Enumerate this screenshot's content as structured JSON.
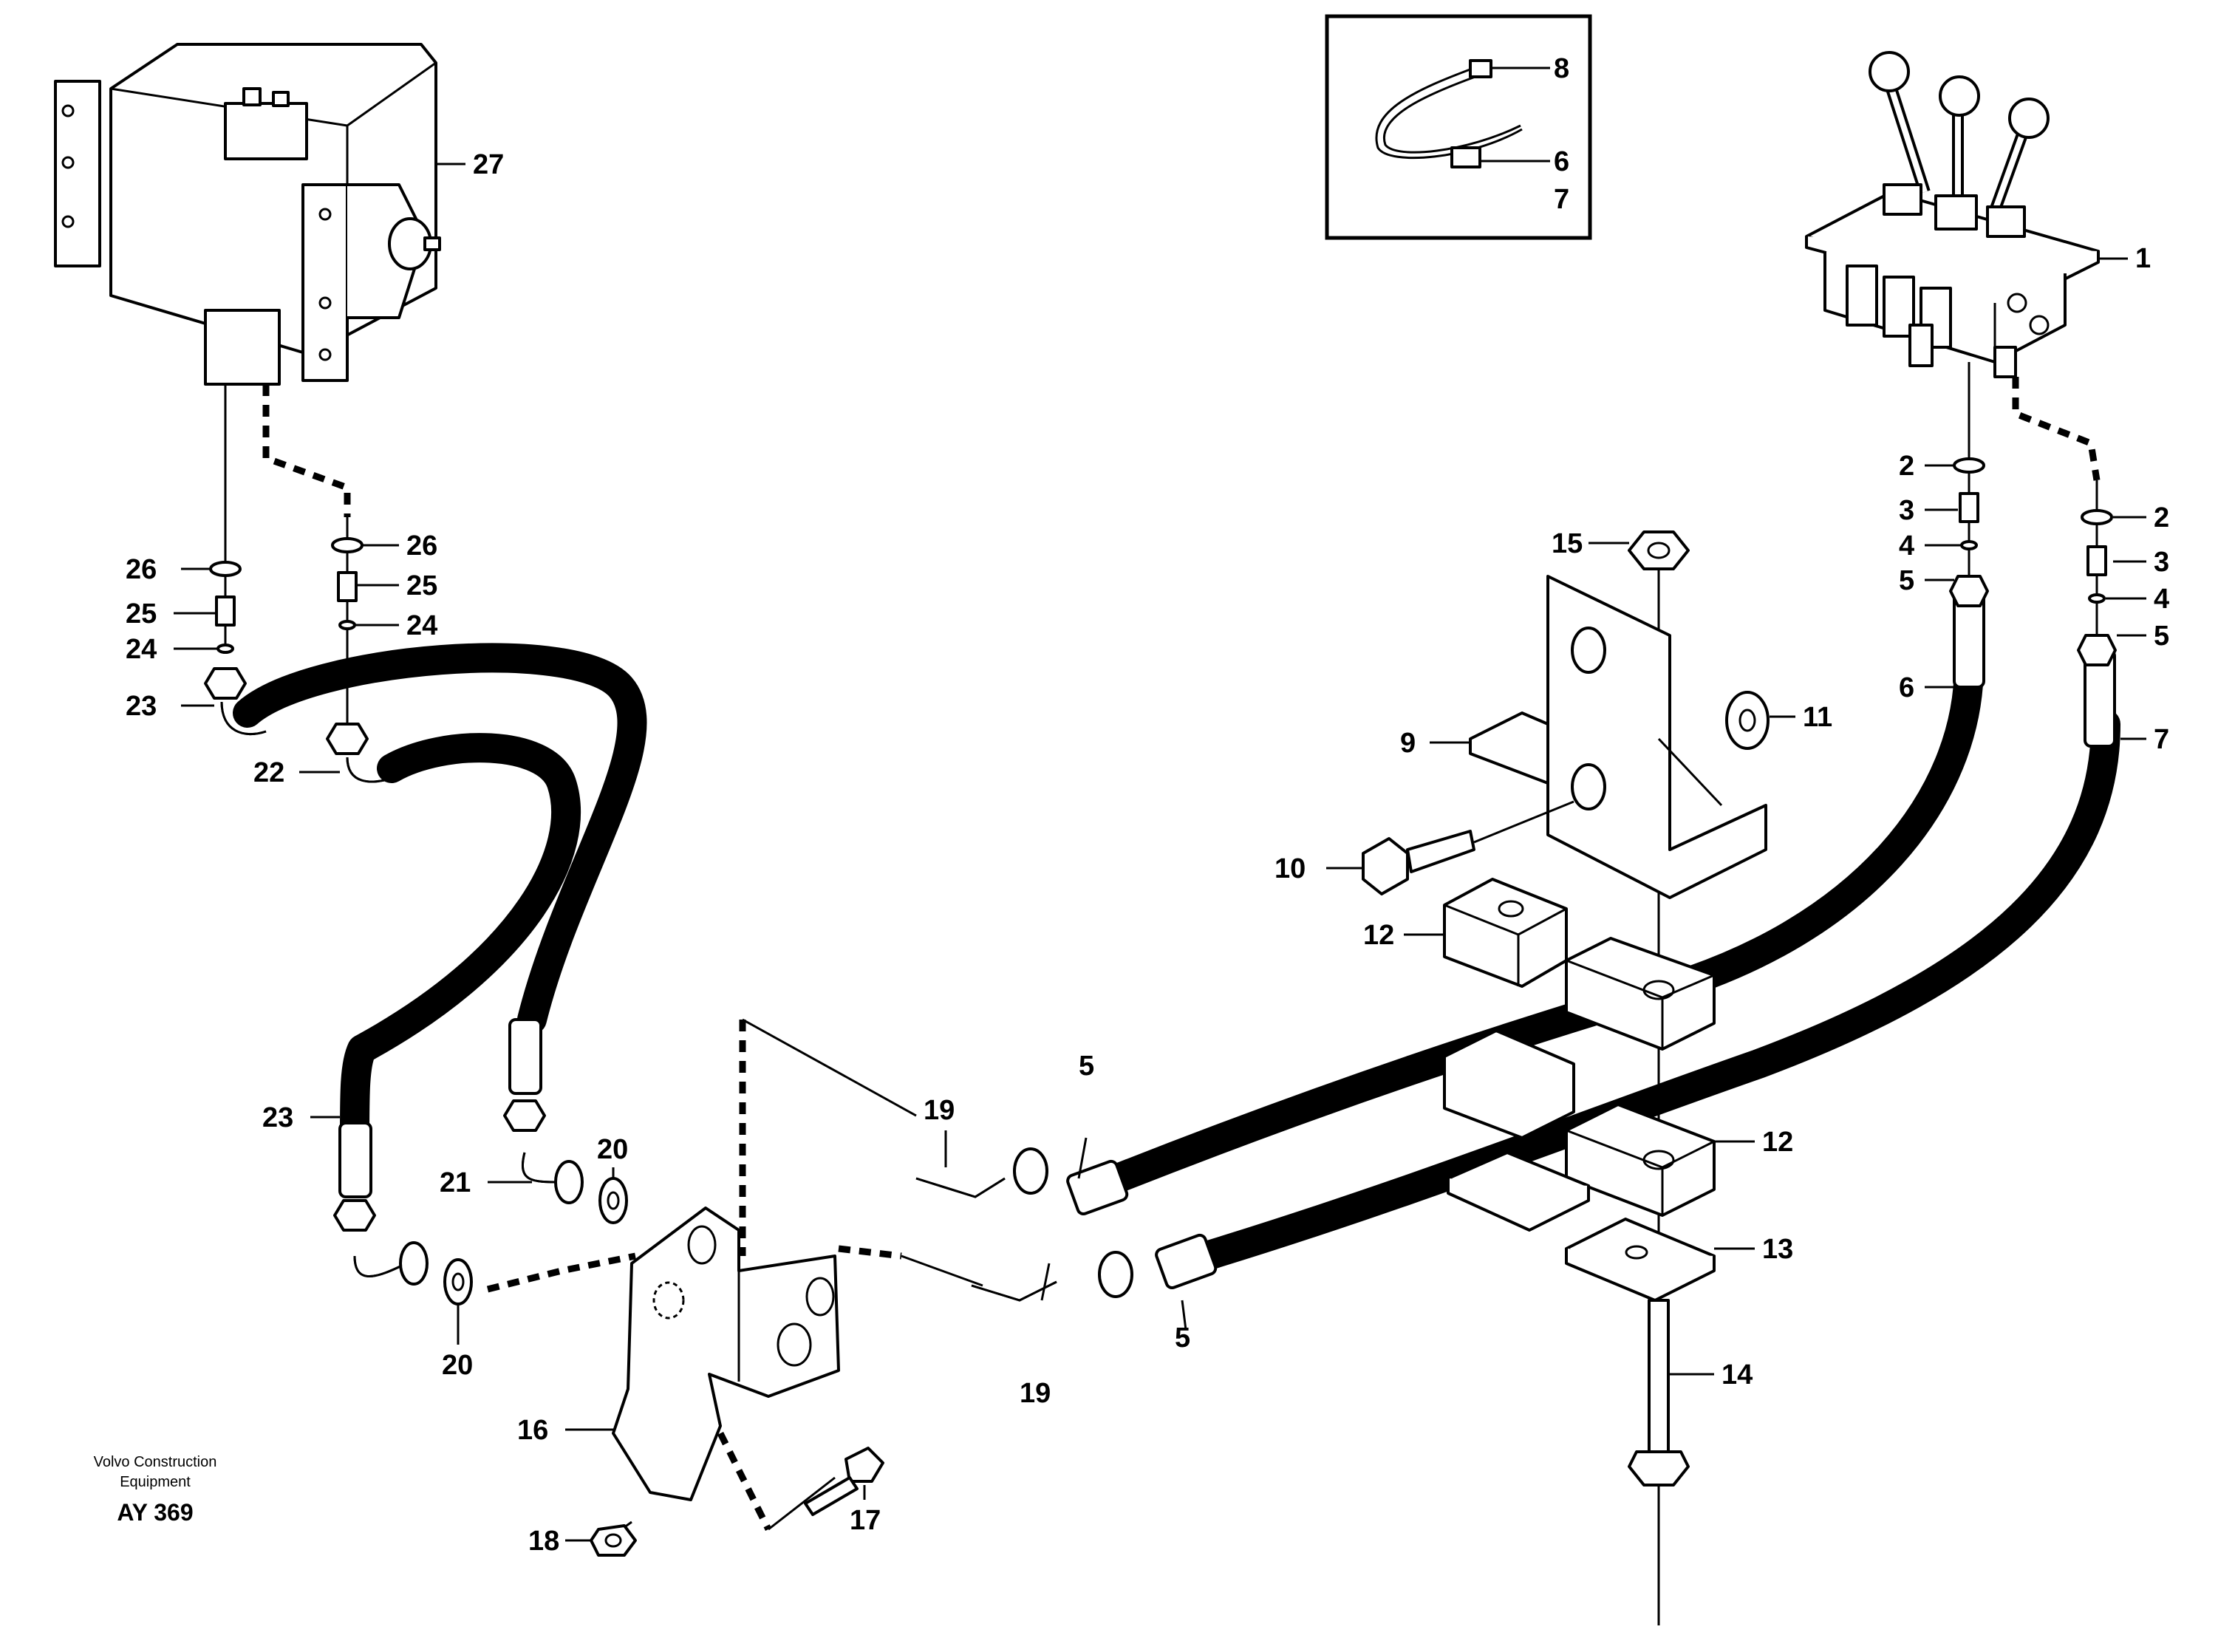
{
  "diagram": {
    "callouts": {
      "c1": "1",
      "c2a": "2",
      "c2b": "2",
      "c3a": "3",
      "c3b": "3",
      "c4a": "4",
      "c4b": "4",
      "c5a": "5",
      "c5b": "5",
      "c5c": "5",
      "c5d": "5",
      "c6a": "6",
      "c6b": "6",
      "c7a": "7",
      "c7b": "7",
      "c8": "8",
      "c9": "9",
      "c10": "10",
      "c11": "11",
      "c12a": "12",
      "c12b": "12",
      "c13": "13",
      "c14": "14",
      "c15": "15",
      "c16": "16",
      "c17": "17",
      "c18": "18",
      "c19a": "19",
      "c19b": "19",
      "c20a": "20",
      "c20b": "20",
      "c21": "21",
      "c22": "22",
      "c23a": "23",
      "c23b": "23",
      "c24a": "24",
      "c24b": "24",
      "c25a": "25",
      "c25b": "25",
      "c26a": "26",
      "c26b": "26",
      "c27": "27"
    },
    "caption": {
      "line1": "Volvo Construction",
      "line2": "Equipment",
      "code": "AY 369"
    }
  }
}
